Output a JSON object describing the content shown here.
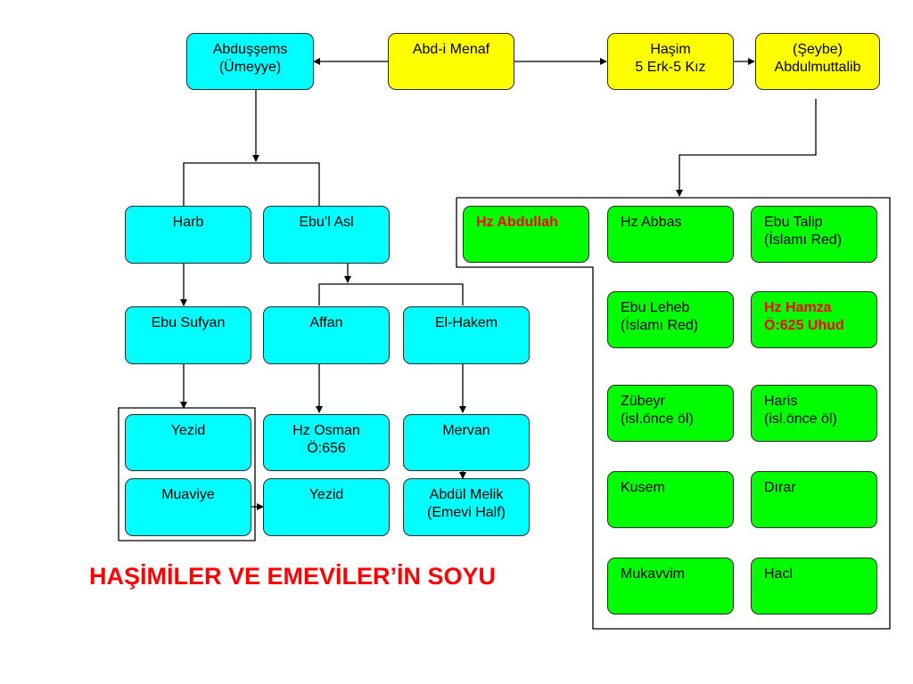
{
  "title": "HAŞİMİLER VE EMEVİLER’İN SOYU",
  "colors": {
    "cyan": "#00ffff",
    "yellow": "#ffff00",
    "green": "#00ff00",
    "title": "#ff0000",
    "highlight_text": "#ff0000"
  },
  "nodes": {
    "abdusems": {
      "line1": "Abduşşems",
      "line2": "(Ümeyye)"
    },
    "abdimenaf": {
      "line1": "Abd-i Menaf"
    },
    "hasim": {
      "line1": "Haşim",
      "line2": "5 Erk-5 Kız"
    },
    "abdulmuttalib": {
      "line1": "(Şeybe)",
      "line2": "Abdulmuttalib"
    },
    "harb": {
      "line1": "Harb"
    },
    "ebulas": {
      "line1": "Ebu’l Asl"
    },
    "ebusufyan": {
      "line1": "Ebu Sufyan"
    },
    "affan": {
      "line1": "Affan"
    },
    "elhakem": {
      "line1": "El-Hakem"
    },
    "yezid1": {
      "line1": "Yezid"
    },
    "muaviye": {
      "line1": "Muaviye"
    },
    "hzosman": {
      "line1": "Hz Osman",
      "line2": "Ö:656"
    },
    "yezid2": {
      "line1": "Yezid"
    },
    "mervan": {
      "line1": "Mervan"
    },
    "abdulmelik": {
      "line1": "Abdül Melik",
      "line2": "(Emevi Half)"
    },
    "hzabdullah": {
      "line1": "Hz Abdullah"
    },
    "hzabbas": {
      "line1": "Hz Abbas"
    },
    "ebutalip": {
      "line1": "Ebu Talip",
      "line2": "(İslamı Red)"
    },
    "ebuleheb": {
      "line1": "Ebu Leheb",
      "line2": "(İslamı Red)"
    },
    "hzhamza": {
      "line1": "Hz Hamza",
      "line2": "Ö:625 Uhud"
    },
    "zubeyr": {
      "line1": "Zübeyr",
      "line2": "(isl.önce öl)"
    },
    "haris": {
      "line1": "Haris",
      "line2": "(isl.önce öl)"
    },
    "kusem": {
      "line1": "Kusem"
    },
    "dirar": {
      "line1": "Dırar"
    },
    "mukavvim": {
      "line1": "Mukavvim"
    },
    "hacl": {
      "line1": "Hacl"
    }
  }
}
